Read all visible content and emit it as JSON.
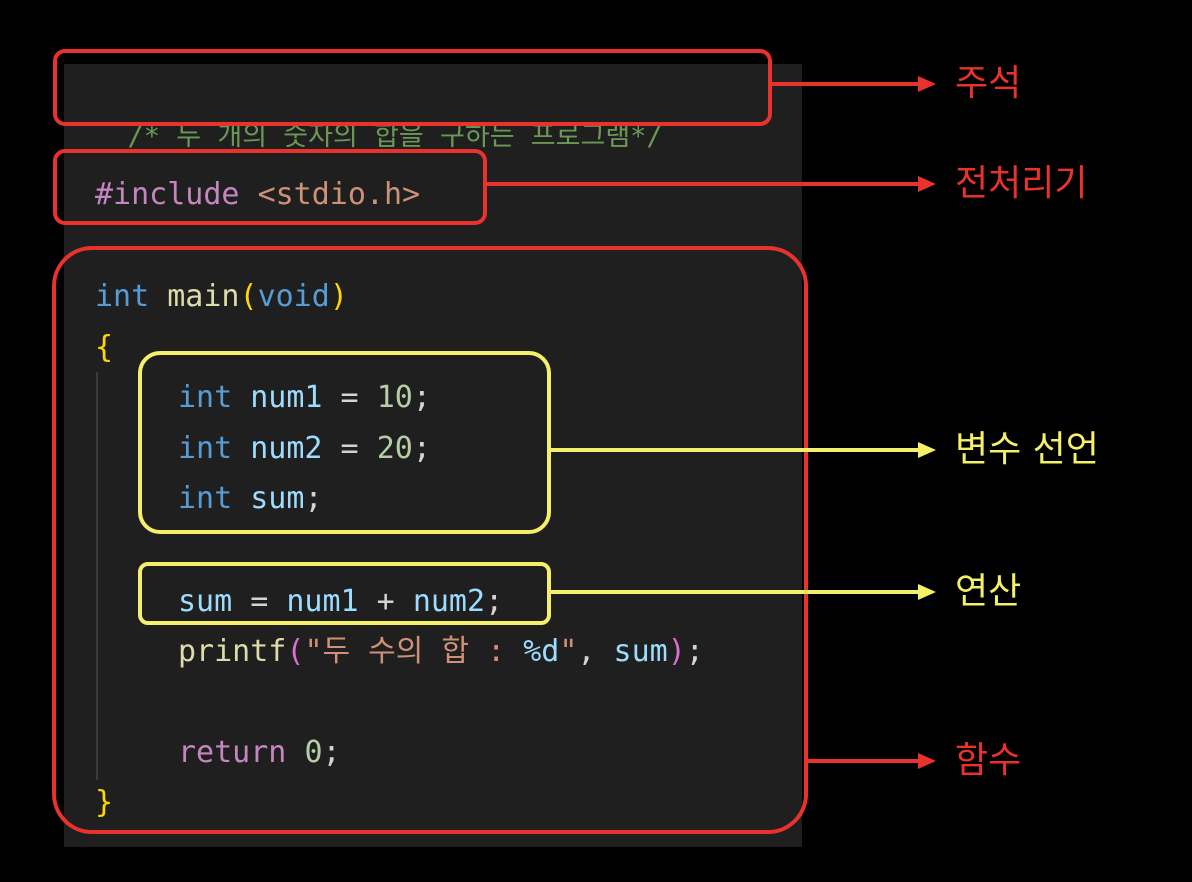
{
  "code": {
    "comment": "/* 두 개의 숫자의 합을 구하는 프로그램*/",
    "include_directive": "#include",
    "include_header": "<stdio.h>",
    "main_type": "int",
    "main_name": "main",
    "main_open_paren": "(",
    "main_param": "void",
    "main_close_paren": ")",
    "open_brace": "{",
    "decl1": {
      "type": "int",
      "name": "num1",
      "op": " = ",
      "value": "10",
      "end": ";"
    },
    "decl2": {
      "type": "int",
      "name": "num2",
      "op": " = ",
      "value": "20",
      "end": ";"
    },
    "decl3": {
      "type": "int",
      "name": "sum",
      "end": ";"
    },
    "assign": {
      "lhs": "sum",
      "eq": " = ",
      "a": "num1",
      "plus": " + ",
      "b": "num2",
      "end": ";"
    },
    "printf": {
      "fn": "printf",
      "open": "(",
      "str_pre": "\"두 수의 합 : ",
      "fmt": "%d",
      "str_post": "\"",
      "comma": ", ",
      "arg": "sum",
      "close": ")",
      "end": ";"
    },
    "ret": {
      "kw": "return",
      "value": "0",
      "end": ";"
    },
    "close_brace": "}"
  },
  "annotations": {
    "comment": "주석",
    "preprocessor": "전처리기",
    "declaration": "변수 선언",
    "operation": "연산",
    "function": "함수"
  },
  "colors": {
    "red": "#e8322b",
    "yellow": "#f5f06a",
    "background": "#000000",
    "panel": "#1f1f1f"
  }
}
